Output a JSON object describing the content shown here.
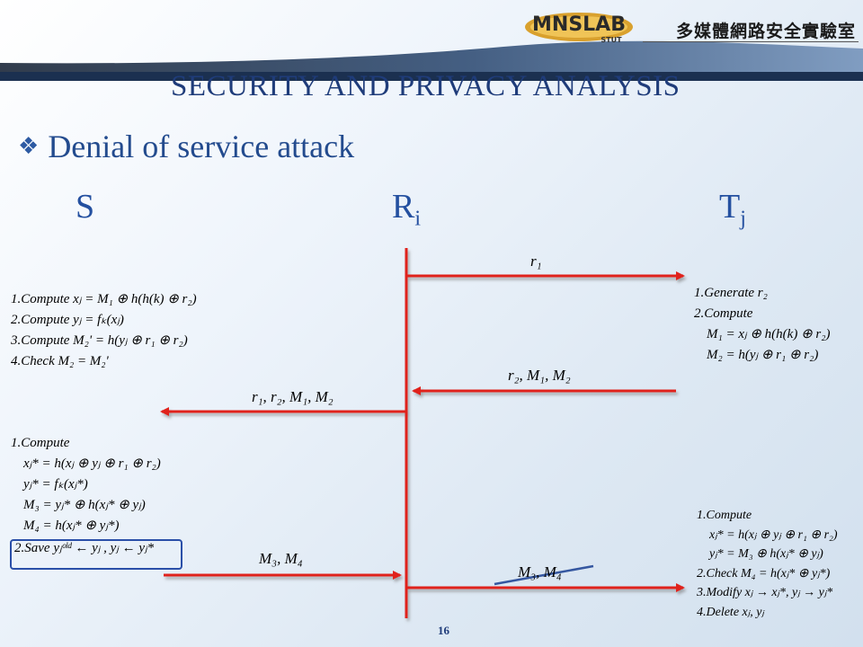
{
  "header": {
    "logo_text": "MNSLAB",
    "logo_sub": "STUT",
    "lab_name": "多媒體網路安全實驗室"
  },
  "slide": {
    "title": "SECURITY AND PRIVACY ANALYSIS",
    "bullet": "Denial of service attack",
    "page_number": "16"
  },
  "parties": {
    "server": {
      "label": "S",
      "sub": ""
    },
    "reader": {
      "label": "R",
      "sub": "i"
    },
    "tag": {
      "label": "T",
      "sub": "j"
    }
  },
  "messages": {
    "m1": "r₁",
    "m2": "r₂, M₁, M₂",
    "m3": "r₁, r₂, M₁, M₂",
    "m4": "M₃, M₄",
    "m5": "M₃, M₄"
  },
  "server_steps_1": [
    "1.Compute  xⱼ = M₁ ⊕ h(h(k) ⊕ r₂)",
    "2.Compute  yⱼ = fₖ(xⱼ)",
    "3.Compute  M₂' = h(yⱼ ⊕ r₁ ⊕ r₂)",
    "4.Check  M₂ = M₂'"
  ],
  "tag_steps_1": [
    "1.Generate  r₂",
    "2.Compute",
    "M₁ = xⱼ ⊕ h(h(k) ⊕ r₂)",
    "M₂ = h(yⱼ ⊕ r₁ ⊕ r₂)"
  ],
  "server_steps_2": [
    "1.Compute",
    "xⱼ* = h(xⱼ ⊕ yⱼ ⊕ r₁ ⊕ r₂)",
    "yⱼ* = fₖ(xⱼ*)",
    "M₃ = yⱼ* ⊕ h(xⱼ* ⊕ yⱼ)",
    "M₄ = h(xⱼ* ⊕ yⱼ*)",
    "2.Save  yⱼᵒˡᵈ ← yⱼ , yⱼ ← yⱼ*"
  ],
  "tag_steps_2": [
    "1.Compute",
    "xⱼ* = h(xⱼ ⊕ yⱼ ⊕ r₁ ⊕ r₂)",
    "yⱼ* = M₃ ⊕ h(xⱼ* ⊕ yⱼ)",
    "2.Check  M₄ = h(xⱼ* ⊕ yⱼ*)",
    "3.Modify  xⱼ → xⱼ*, yⱼ → yⱼ*",
    "4.Delete  xⱼ, yⱼ"
  ],
  "colors": {
    "arrow": "#e0201c",
    "title": "#1f3c7a",
    "highlight_box": "#2a4fa8",
    "strike_line": "#3557a0"
  }
}
